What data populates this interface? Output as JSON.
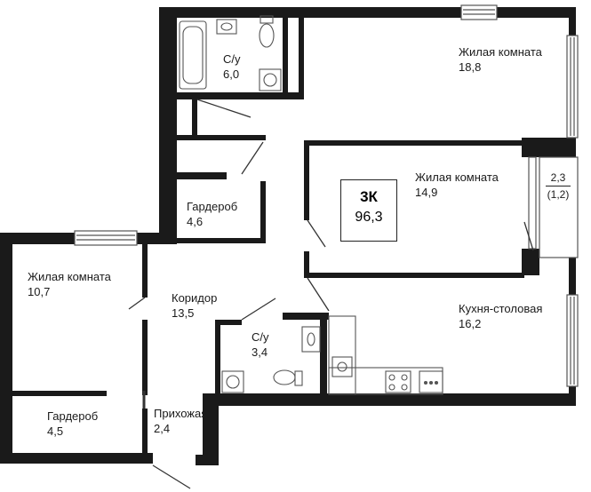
{
  "apartment": {
    "type": "3К",
    "total_area": "96,3"
  },
  "rooms": [
    {
      "id": "bath1",
      "name": "С/у",
      "area": "6,0"
    },
    {
      "id": "living1",
      "name": "Жилая комната",
      "area": "18,8"
    },
    {
      "id": "living2",
      "name": "Жилая комната",
      "area": "14,9"
    },
    {
      "id": "wardrobe1",
      "name": "Гардероб",
      "area": "4,6"
    },
    {
      "id": "living3",
      "name": "Жилая комната",
      "area": "10,7"
    },
    {
      "id": "corridor",
      "name": "Коридор",
      "area": "13,5"
    },
    {
      "id": "bath2",
      "name": "С/у",
      "area": "3,4"
    },
    {
      "id": "kitchen",
      "name": "Кухня-столовая",
      "area": "16,2"
    },
    {
      "id": "wardrobe2",
      "name": "Гардероб",
      "area": "4,5"
    },
    {
      "id": "hall",
      "name": "Прихожая",
      "area": "2,4"
    }
  ],
  "balcony": {
    "area": "2,3",
    "area_reduced": "(1,2)"
  },
  "colors": {
    "wall": "#1a1a1a",
    "fixture": "#555555",
    "background": "#ffffff"
  }
}
